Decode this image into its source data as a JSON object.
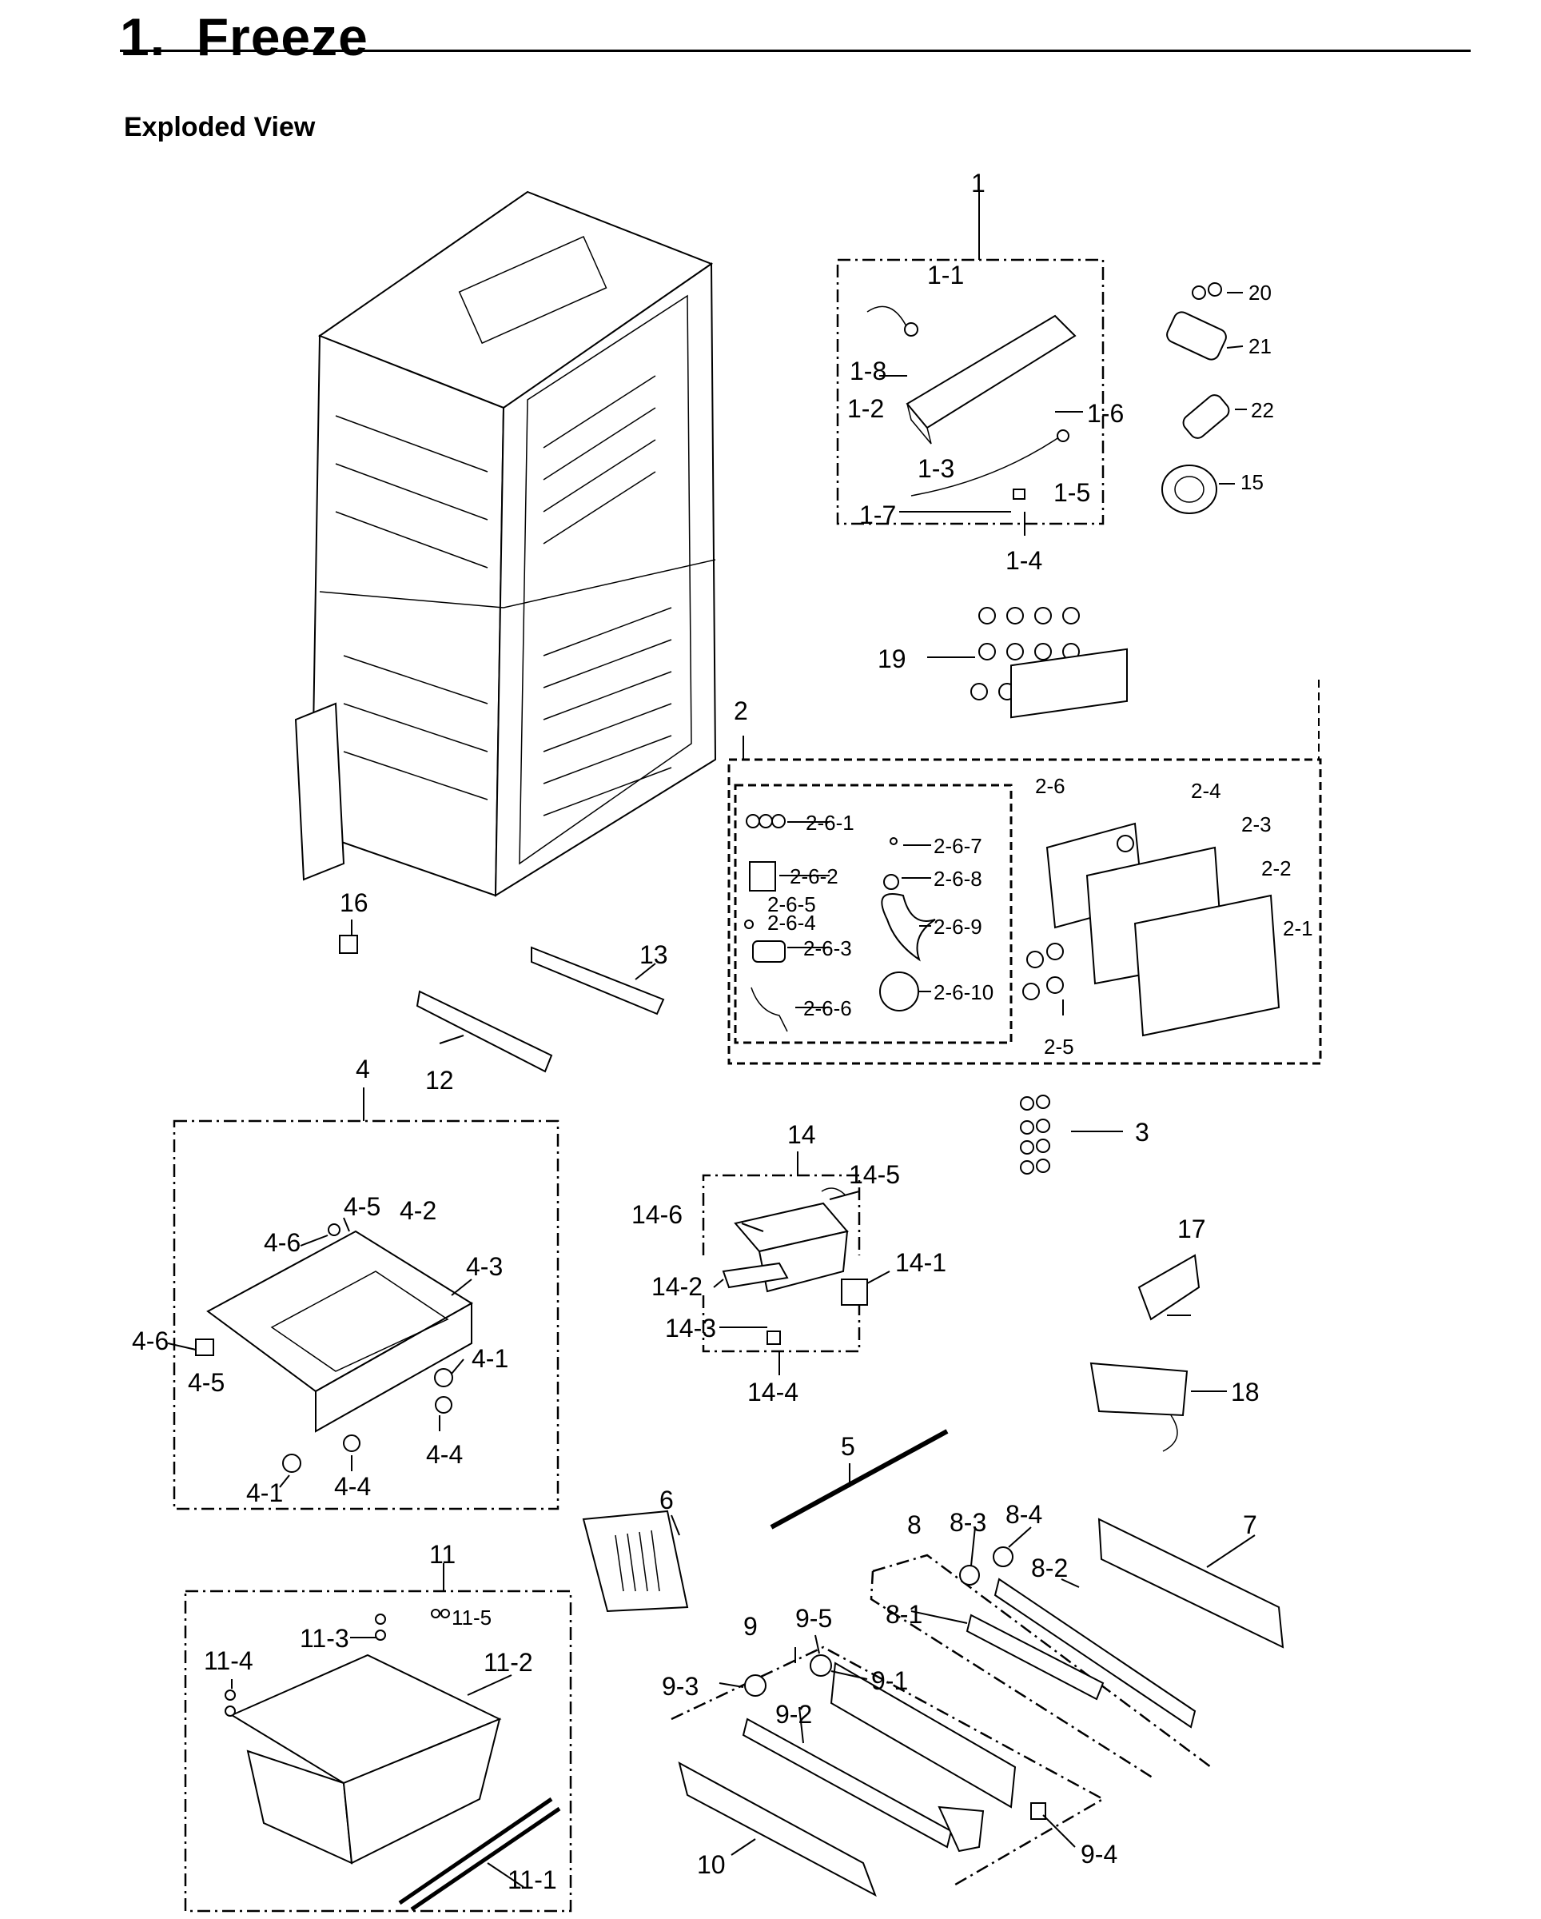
{
  "page": {
    "title": "1.  Freeze",
    "subtitle": "Exploded View"
  },
  "callouts": [
    "1",
    "1-1",
    "1-2",
    "1-3",
    "1-4",
    "1-5",
    "1-6",
    "1-7",
    "1-8",
    "20",
    "21",
    "22",
    "15",
    "19",
    "2",
    "2-1",
    "2-2",
    "2-3",
    "2-4",
    "2-5",
    "2-6",
    "2-6-1",
    "2-6-2",
    "2-6-3",
    "2-6-4",
    "2-6-5",
    "2-6-6",
    "2-6-7",
    "2-6-8",
    "2-6-9",
    "2-6-10",
    "3",
    "4",
    "4-1",
    "4-1",
    "4-2",
    "4-3",
    "4-4",
    "4-4",
    "4-5",
    "4-5",
    "4-6",
    "4-6",
    "5",
    "6",
    "7",
    "8",
    "8-1",
    "8-2",
    "8-3",
    "8-4",
    "9",
    "9-1",
    "9-2",
    "9-3",
    "9-4",
    "9-5",
    "10",
    "11",
    "11-1",
    "11-2",
    "11-3",
    "11-4",
    "11-5",
    "12",
    "13",
    "14",
    "14-1",
    "14-2",
    "14-3",
    "14-4",
    "14-5",
    "14-6",
    "16",
    "17",
    "18"
  ]
}
